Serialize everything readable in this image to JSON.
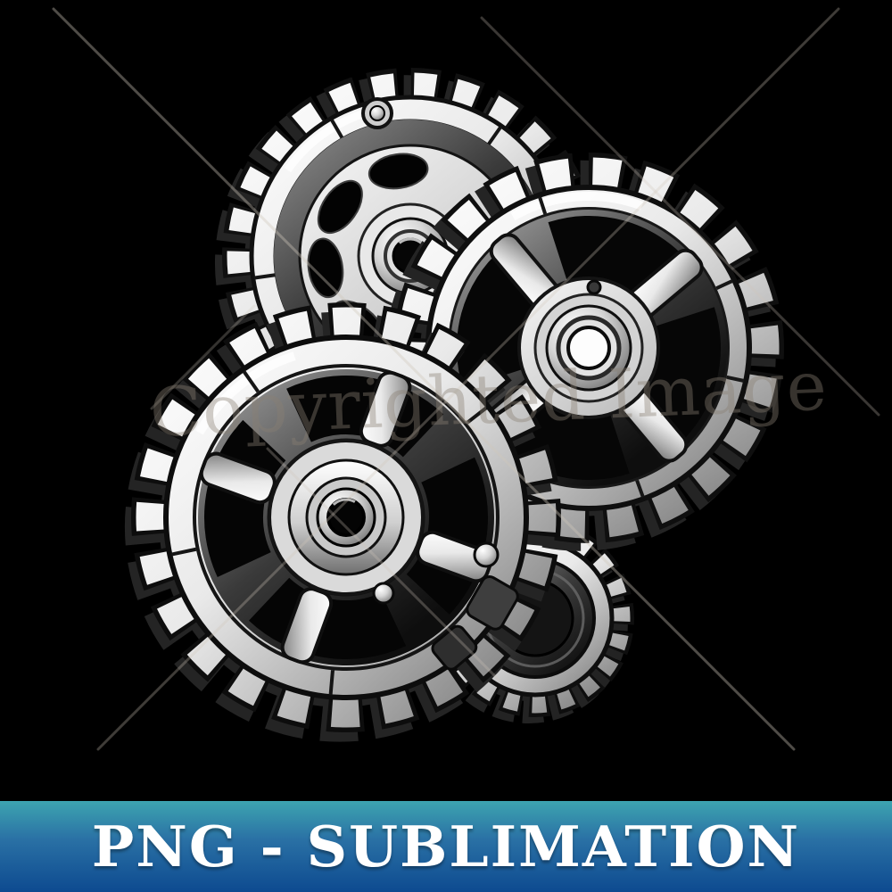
{
  "artwork": {
    "subject": "three-chrome-gears-illustration",
    "background_color": "#000000",
    "gear_body_color": "#e8e8e8",
    "outline_color": "#111111"
  },
  "watermark": {
    "text": "Copyrighted Image"
  },
  "banner": {
    "text": "PNG - SUBLIMATION",
    "text_color": "#ffffff",
    "gradient_top": "#3da4b0",
    "gradient_middle": "#2a71a5",
    "gradient_bottom": "#0d4a90"
  }
}
